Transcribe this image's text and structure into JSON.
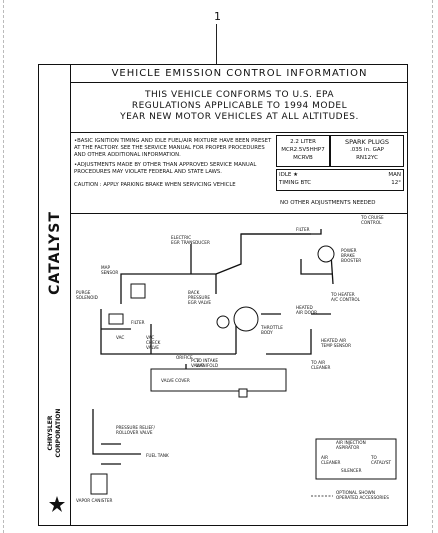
{
  "callout_number": "1",
  "label": {
    "title": "VEHICLE EMISSION CONTROL INFORMATION",
    "epa_lines": [
      "THIS VEHICLE CONFORMS TO U.S. EPA",
      "REGULATIONS APPLICABLE TO 1994 MODEL",
      "YEAR NEW MOTOR VEHICLES AT ALL ALTITUDES."
    ],
    "notes": [
      "•BASIC IGNITION TIMING AND IDLE FUEL/AIR MIXTURE HAVE BEEN PRESET AT THE FACTORY. SEE THE SERVICE MANUAL FOR PROPER PROCEDURES AND OTHER ADDITIONAL INFORMATION.",
      "•ADJUSTMENTS MADE BY OTHER THAN APPROVED SERVICE MANUAL PROCEDURES MAY VIOLATE FEDERAL AND STATE LAWS.",
      "CAUTION : APPLY PARKING BRAKE WHEN SERVICING VEHICLE"
    ],
    "engine": {
      "displacement": "2.2 LITER",
      "code1": "MCR2.5V5HHP7",
      "code2": "MCRVB"
    },
    "spark_plugs": {
      "title": "SPARK PLUGS",
      "gap": ".035 in. GAP",
      "model": "RN12YC"
    },
    "idle": {
      "label": "IDLE ★",
      "value": "MAN",
      "timing_label": "TIMING BTC",
      "timing_value": "12°"
    },
    "no_adjust": "NO OTHER ADJUSTMENTS NEEDED",
    "catalyst": "CATALYST",
    "brand": [
      "CHRYSLER",
      "CORPORATION"
    ]
  },
  "diagram": {
    "labels": {
      "electric_eat": "ELECTRIC\nEGR TRANSDUCER",
      "map_sensor": "MAP\nSENSOR",
      "filter_top": "FILTER",
      "to_cruise": "TO CRUISE\nCONTROL",
      "power_brake": "POWER\nBRAKE\nBOOSTER",
      "purge_solenoid": "PURGE\nSOLENOID",
      "egr_backpressure": "BACK\nPRESSURE\nEGR VALVE",
      "to_heater": "TO HEATER\nA/C CONTROL",
      "filter_mid": "FILTER",
      "vac": "VAC",
      "vac_check": "VAC\nCHECK\nVALVE",
      "orifice": "ORIFICE",
      "to_intake": "TO INTAKE\nMANIFOLD",
      "throttle_body": "THROTTLE\nBODY",
      "heated_air": "HEATED\nAIR DOOR",
      "heated_air_sensor": "HEATED AIR\nTEMP SENSOR",
      "pcv_valve": "PCV\nVALVE",
      "to_air_cleaner": "TO AIR\nCLEANER",
      "valve_cover": "VALVE COVER",
      "pressure_relief": "PRESSURE RELIEF/\nROLLOVER VALVE",
      "fuel_tank": "FUEL TANK",
      "vapor_canister": "VAPOR CANISTER",
      "air_injection": "AIR INJECTION\nASPIRATOR",
      "air_cleaner": "AIR\nCLEANER",
      "to_catalyst": "TO\nCATALYST",
      "silencer": "SILENCER",
      "optional": "OPTIONAL SHOWN\nOPERATED ACCESSORIES"
    }
  }
}
